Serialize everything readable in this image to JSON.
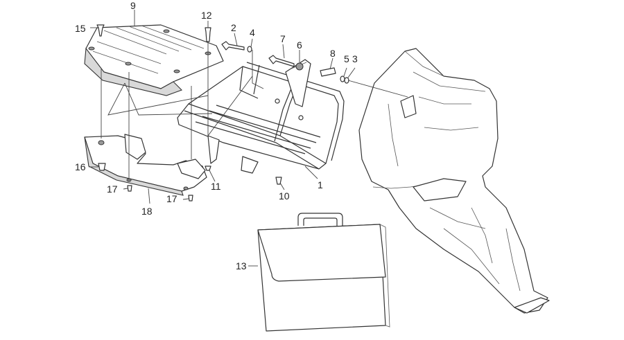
{
  "diagram": {
    "callouts": [
      {
        "id": "c1",
        "text": "1"
      },
      {
        "id": "c2",
        "text": "2"
      },
      {
        "id": "c3",
        "text": "3"
      },
      {
        "id": "c4",
        "text": "4"
      },
      {
        "id": "c5",
        "text": "5"
      },
      {
        "id": "c6",
        "text": "6"
      },
      {
        "id": "c7",
        "text": "7"
      },
      {
        "id": "c8",
        "text": "8"
      },
      {
        "id": "c9",
        "text": "9"
      },
      {
        "id": "c10",
        "text": "10"
      },
      {
        "id": "c11",
        "text": "11"
      },
      {
        "id": "c12",
        "text": "12"
      },
      {
        "id": "c13",
        "text": "13"
      },
      {
        "id": "c15",
        "text": "15"
      },
      {
        "id": "c16",
        "text": "16"
      },
      {
        "id": "c17a",
        "text": "17"
      },
      {
        "id": "c17b",
        "text": "17"
      },
      {
        "id": "c18",
        "text": "18"
      }
    ]
  }
}
